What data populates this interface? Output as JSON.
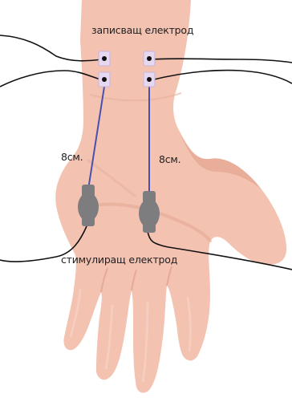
{
  "labels": {
    "recording_electrode": "записващ електрод",
    "stimulating_electrode": "стимулиращ електрод",
    "distance_left": "8см.",
    "distance_right": "8см."
  },
  "colors": {
    "skin": "#f3c2b1",
    "skin_shadow": "#e5a994",
    "skin_highlight": "#f8d2c4",
    "electrode_pad": "#e6d8f0",
    "electrode_border": "#c8b4dc",
    "stim_electrode": "#7d7d7f",
    "lead_wire": "#4a4fb0",
    "cable": "#111111",
    "text": "#1f1f1f"
  }
}
